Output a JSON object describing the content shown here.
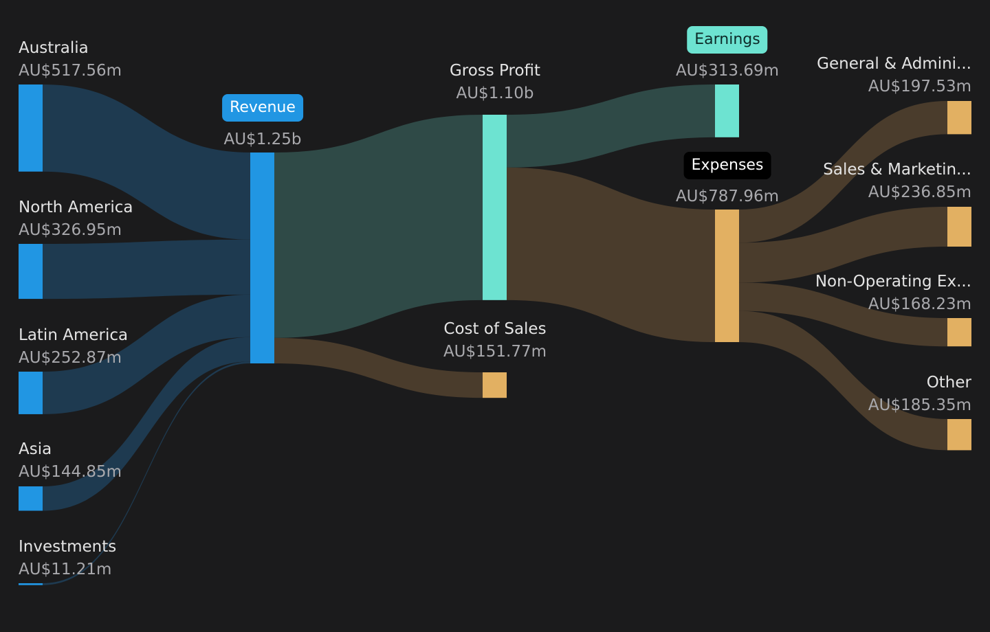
{
  "chart_data": {
    "type": "sankey",
    "currency": "AU$",
    "colors": {
      "background": "#1b1b1c",
      "revenue_node": "#2196e3",
      "revenue_link": "#1e3a50",
      "profit_node": "#6de3d1",
      "profit_link": "#2f4a47",
      "expense_node": "#e2b062",
      "expense_link": "#4a3c2c",
      "label": "#e4e4e4",
      "value": "#a9a9ad",
      "pill_revenue": "#2196e3",
      "pill_earnings": "#6de3d1",
      "pill_expenses": "#000000"
    },
    "nodes": [
      {
        "id": "australia",
        "name": "Australia",
        "value_label": "AU$517.56m",
        "value_m": 517.56,
        "group": "revenue"
      },
      {
        "id": "north_america",
        "name": "North America",
        "value_label": "AU$326.95m",
        "value_m": 326.95,
        "group": "revenue"
      },
      {
        "id": "latin_america",
        "name": "Latin America",
        "value_label": "AU$252.87m",
        "value_m": 252.87,
        "group": "revenue"
      },
      {
        "id": "asia",
        "name": "Asia",
        "value_label": "AU$144.85m",
        "value_m": 144.85,
        "group": "revenue"
      },
      {
        "id": "investments",
        "name": "Investments",
        "value_label": "AU$11.21m",
        "value_m": 11.21,
        "group": "revenue"
      },
      {
        "id": "revenue",
        "name": "Revenue",
        "value_label": "AU$1.25b",
        "value_m": 1253.44,
        "group": "revenue",
        "pill": true
      },
      {
        "id": "gross_profit",
        "name": "Gross Profit",
        "value_label": "AU$1.10b",
        "value_m": 1101.67,
        "group": "profit"
      },
      {
        "id": "cost_of_sales",
        "name": "Cost of Sales",
        "value_label": "AU$151.77m",
        "value_m": 151.77,
        "group": "expense"
      },
      {
        "id": "earnings",
        "name": "Earnings",
        "value_label": "AU$313.69m",
        "value_m": 313.69,
        "group": "profit",
        "pill": true
      },
      {
        "id": "expenses",
        "name": "Expenses",
        "value_label": "AU$787.96m",
        "value_m": 787.96,
        "group": "expense",
        "pill": true
      },
      {
        "id": "general_admin",
        "name": "General & Admini...",
        "value_label": "AU$197.53m",
        "value_m": 197.53,
        "group": "expense"
      },
      {
        "id": "sales_marketing",
        "name": "Sales & Marketin...",
        "value_label": "AU$236.85m",
        "value_m": 236.85,
        "group": "expense"
      },
      {
        "id": "non_operating",
        "name": "Non-Operating Ex...",
        "value_label": "AU$168.23m",
        "value_m": 168.23,
        "group": "expense"
      },
      {
        "id": "other",
        "name": "Other",
        "value_label": "AU$185.35m",
        "value_m": 185.35,
        "group": "expense"
      }
    ],
    "links": [
      {
        "source": "australia",
        "target": "revenue",
        "value_m": 517.56
      },
      {
        "source": "north_america",
        "target": "revenue",
        "value_m": 326.95
      },
      {
        "source": "latin_america",
        "target": "revenue",
        "value_m": 252.87
      },
      {
        "source": "asia",
        "target": "revenue",
        "value_m": 144.85
      },
      {
        "source": "investments",
        "target": "revenue",
        "value_m": 11.21
      },
      {
        "source": "revenue",
        "target": "gross_profit",
        "value_m": 1101.67
      },
      {
        "source": "revenue",
        "target": "cost_of_sales",
        "value_m": 151.77
      },
      {
        "source": "gross_profit",
        "target": "earnings",
        "value_m": 313.69
      },
      {
        "source": "gross_profit",
        "target": "expenses",
        "value_m": 787.96
      },
      {
        "source": "expenses",
        "target": "general_admin",
        "value_m": 197.53
      },
      {
        "source": "expenses",
        "target": "sales_marketing",
        "value_m": 236.85
      },
      {
        "source": "expenses",
        "target": "non_operating",
        "value_m": 168.23
      },
      {
        "source": "expenses",
        "target": "other",
        "value_m": 185.35
      }
    ]
  }
}
